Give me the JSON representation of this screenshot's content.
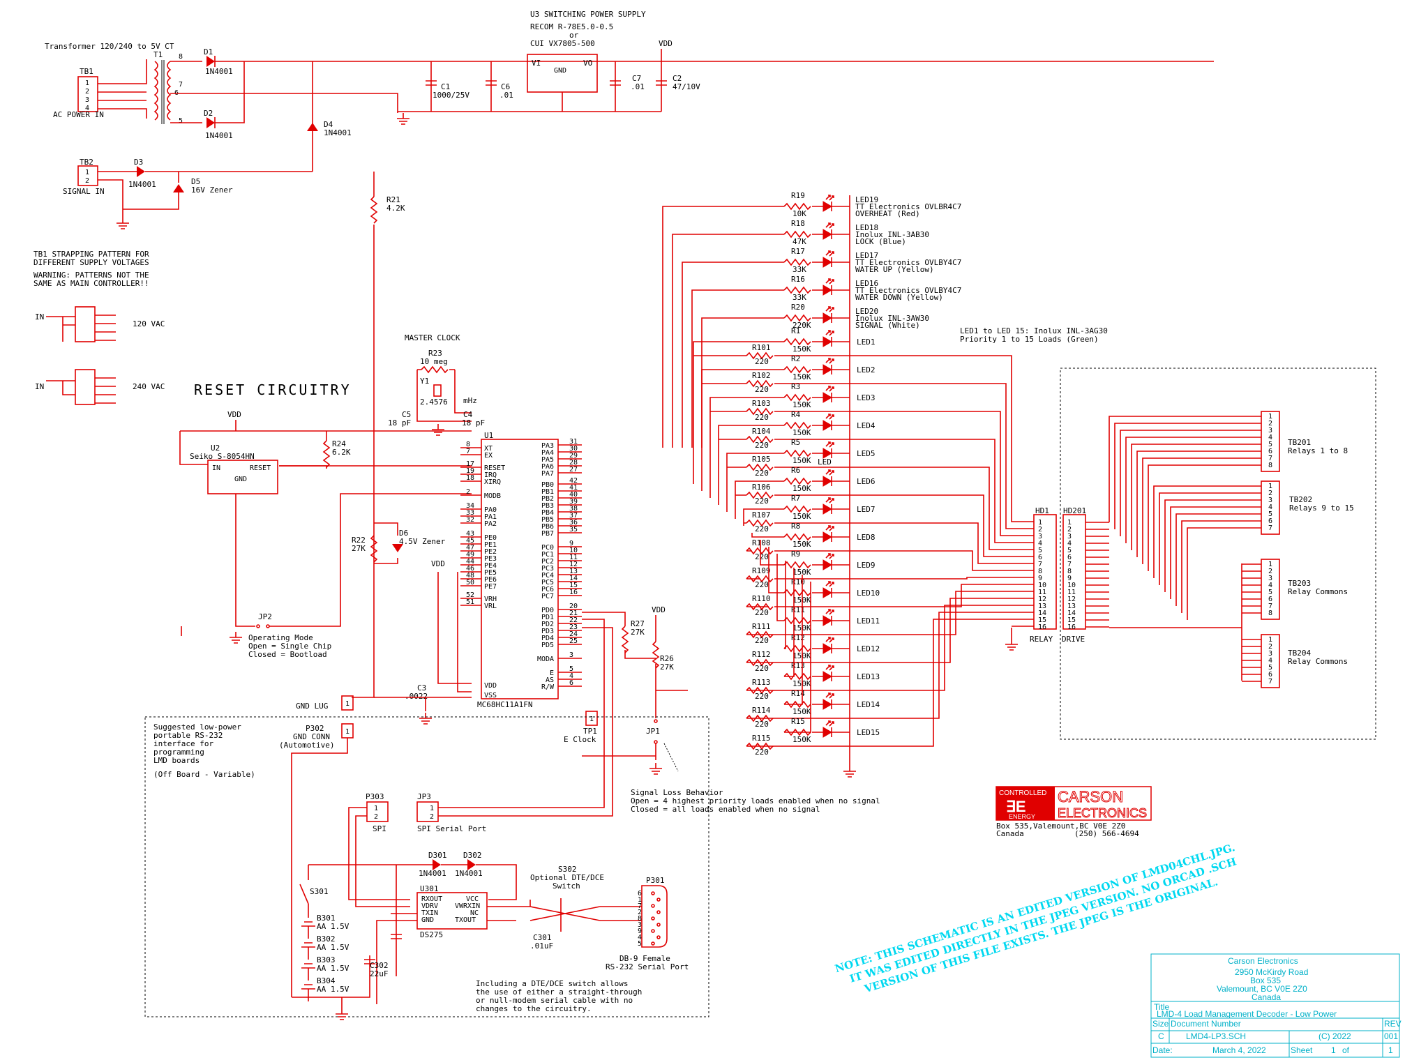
{
  "title_block": {
    "company": "Carson Electronics",
    "addr1": "2950 McKirdy Road",
    "addr2": "Box 535",
    "addr3": "Valemount, BC V0E 2Z0",
    "addr4": "Canada",
    "title_label": "Title",
    "title": "LMD-4 Load Management Decoder - Low Power",
    "size_label": "Size",
    "size": "C",
    "docnum_label": "Document Number",
    "docnum": "LMD4-LP3.SCH",
    "copyright": "(C) 2022",
    "rev_label": "REV",
    "rev": "001",
    "date_label": "Date:",
    "date": "March 4, 2022",
    "sheet_label": "Sheet",
    "sheet": "1",
    "of": "of",
    "sheets": "1"
  },
  "logo": {
    "controlled": "CONTROLLED",
    "energy": "ENERGY",
    "carson": "CARSON",
    "electronics": "ELECTRONICS",
    "addr": "Box 535,Valemount,BC V0E 2Z0",
    "country": "Canada",
    "phone": "(250) 566-4694"
  },
  "note": {
    "line1": "NOTE: THIS SCHEMATIC IS AN EDITED VERSION OF LMD04CHL.JPG.",
    "line2": "IT WAS EDITED DIRECTLY IN THE JPEG VERSION. NO ORCAD .SCH",
    "line3": "VERSION OF THIS FILE EXISTS. THE JPEG IS THE ORIGINAL."
  },
  "power": {
    "transformer": "Transformer 120/240 to 5V CT",
    "t1": "T1",
    "tb1": "TB1",
    "ac_in": "AC POWER IN",
    "d1": "D1",
    "d1v": "1N4001",
    "d2": "D2",
    "d2v": "1N4001",
    "d4": "D4",
    "d4v": "1N4001",
    "u3_title": "U3 SWITCHING POWER SUPPLY",
    "u3_l2": "RECOM R-78E5.0-0.5",
    "u3_l3": "or",
    "u3_l4": "CUI VX7805-500",
    "vi": "VI",
    "vo": "VO",
    "gnd": "GND",
    "c1": "C1",
    "c1v": "1000/25V",
    "c6": "C6",
    "c6v": ".01",
    "c7": "C7",
    "c7v": ".01",
    "c2": "C2",
    "c2v": "47/10V",
    "vdd": "VDD"
  },
  "signal": {
    "tb2": "TB2",
    "sig_in": "SIGNAL IN",
    "d3": "D3",
    "d3v": "1N4001",
    "d5": "D5",
    "d5v": "16V Zener",
    "r21": "R21",
    "r21v": "4.2K"
  },
  "strap": {
    "l1": "TB1 STRAPPING PATTERN FOR",
    "l2": "DIFFERENT SUPPLY VOLTAGES",
    "l3": "WARNING: PATTERNS NOT THE",
    "l4": "SAME AS MAIN CONTROLLER!!",
    "in": "IN",
    "v120": "120 VAC",
    "v240": "240 VAC"
  },
  "reset": {
    "title": "RESET CIRCUITRY",
    "u2": "U2",
    "u2v": "Seiko S-8054HN",
    "in": "IN",
    "rst": "RESET",
    "gnd": "GND",
    "r24": "R24",
    "r24v": "6.2K",
    "vdd": "VDD",
    "jp2": "JP2",
    "op1": "Operating Mode",
    "op2": "Open = Single Chip",
    "op3": "Closed = Bootload",
    "r22": "R22",
    "r22v": "27K",
    "d6": "D6",
    "d6v": "4.5V Zener",
    "gndlug": "GND LUG",
    "c3": "C3",
    "c3v": ".0022"
  },
  "clock": {
    "title": "MASTER CLOCK",
    "r23": "R23",
    "r23v": "10 meg",
    "y1": "Y1",
    "y1v": "2.4576",
    "mhz": "mHz",
    "c5": "C5",
    "c5v": "18 pF",
    "c4": "C4",
    "c4v": "18 pF"
  },
  "mcu": {
    "u1": "U1",
    "part": "MC68HC11A1FN",
    "left": [
      "XT",
      "EX",
      "RESET",
      "IRQ",
      "XIRQ",
      "MODB",
      "PA0",
      "PA1",
      "PA2",
      "PE0",
      "PE1",
      "PE2",
      "PE3",
      "PE4",
      "PE5",
      "PE6",
      "PE7",
      "VRH",
      "VRL",
      "VDD",
      "VSS"
    ],
    "leftnum": [
      "8",
      "7",
      "17",
      "19",
      "18",
      "2",
      "34",
      "33",
      "32",
      "43",
      "45",
      "47",
      "49",
      "44",
      "46",
      "48",
      "50",
      "52",
      "51"
    ],
    "right": [
      "PA3",
      "PA4",
      "PA5",
      "PA6",
      "PA7",
      "PB0",
      "PB1",
      "PB2",
      "PB3",
      "PB4",
      "PB5",
      "PB6",
      "PB7",
      "PC0",
      "PC1",
      "PC2",
      "PC3",
      "PC4",
      "PC5",
      "PC6",
      "PC7",
      "PD0",
      "PD1",
      "PD2",
      "PD3",
      "PD4",
      "PD5",
      "MODA",
      "E",
      "AS",
      "R/W"
    ],
    "rightnum": [
      "31",
      "30",
      "29",
      "28",
      "27",
      "42",
      "41",
      "40",
      "39",
      "38",
      "37",
      "36",
      "35",
      "9",
      "10",
      "11",
      "12",
      "13",
      "14",
      "15",
      "16",
      "20",
      "21",
      "22",
      "23",
      "24",
      "25",
      "3",
      "5",
      "4",
      "6"
    ]
  },
  "leds": {
    "top": [
      {
        "r": "R19",
        "rv": "10K",
        "led": "LED19",
        "d1": "TT Electronics OVLBR4C7",
        "d2": "OVERHEAT (Red)"
      },
      {
        "r": "R18",
        "rv": "47K",
        "led": "LED18",
        "d1": "Inolux INL-3AB30",
        "d2": "LOCK (Blue)"
      },
      {
        "r": "R17",
        "rv": "33K",
        "led": "LED17",
        "d1": "TT Electronics OVLBY4C7",
        "d2": "WATER UP (Yellow)"
      },
      {
        "r": "R16",
        "rv": "33K",
        "led": "LED16",
        "d1": "TT Electronics OVLBY4C7",
        "d2": "WATER DOWN (Yellow)"
      },
      {
        "r": "R20",
        "rv": "220K",
        "led": "LED20",
        "d1": "Inolux INL-3AW30",
        "d2": "SIGNAL (White)"
      }
    ],
    "note1": "LED1 to LED 15: Inolux INL-3AG30",
    "note2": "Priority 1 to 15 Loads (Green)",
    "rows": [
      {
        "r": "R1",
        "rv": "150K",
        "led": "LED1",
        "rb": "R101",
        "rbv": "220"
      },
      {
        "r": "R2",
        "rv": "150K",
        "led": "LED2",
        "rb": "R102",
        "rbv": "220"
      },
      {
        "r": "R3",
        "rv": "150K",
        "led": "LED3",
        "rb": "R103",
        "rbv": "220"
      },
      {
        "r": "R4",
        "rv": "150K",
        "led": "LED4",
        "rb": "R104",
        "rbv": "220"
      },
      {
        "r": "R5",
        "rv": "150K",
        "led": "LED5",
        "rb": "R105",
        "rbv": "220"
      },
      {
        "r": "R6",
        "rv": "150K",
        "led": "LED6",
        "rb": "R106",
        "rbv": "220"
      },
      {
        "r": "R7",
        "rv": "150K",
        "led": "LED7",
        "rb": "R107",
        "rbv": "220"
      },
      {
        "r": "R8",
        "rv": "150K",
        "led": "LED8",
        "rb": "R108",
        "rbv": "220"
      },
      {
        "r": "R9",
        "rv": "150K",
        "led": "LED9",
        "rb": "R109",
        "rbv": "220"
      },
      {
        "r": "R10",
        "rv": "150K",
        "led": "LED10",
        "rb": "R110",
        "rbv": "220"
      },
      {
        "r": "R11",
        "rv": "150K",
        "led": "LED11",
        "rb": "R111",
        "rbv": "220"
      },
      {
        "r": "R12",
        "rv": "150K",
        "led": "LED12",
        "rb": "R112",
        "rbv": "220"
      },
      {
        "r": "R13",
        "rv": "150K",
        "led": "LED13",
        "rb": "R113",
        "rbv": "220"
      },
      {
        "r": "R14",
        "rv": "150K",
        "led": "LED14",
        "rb": "R114",
        "rbv": "220"
      },
      {
        "r": "R15",
        "rv": "150K",
        "led": "LED15",
        "rb": "R115",
        "rbv": "220"
      }
    ],
    "led_extra": "LED"
  },
  "headers": {
    "hd1": "HD1",
    "relay": "RELAY",
    "hd201": "HD201",
    "drive": "DRIVE",
    "pins16": [
      "1",
      "2",
      "3",
      "4",
      "5",
      "6",
      "7",
      "8",
      "9",
      "10",
      "11",
      "12",
      "13",
      "14",
      "15",
      "16"
    ],
    "tb201": "TB201",
    "tb201d": "Relays 1 to 8",
    "tb202": "TB202",
    "tb202d": "Relays 9 to 15",
    "tb203": "TB203",
    "tb203d": "Relay Commons",
    "tb204": "TB204",
    "tb204d": "Relay Commons"
  },
  "misc": {
    "r27": "R27",
    "r27v": "27K",
    "r26": "R26",
    "r26v": "27K",
    "vdd": "VDD",
    "jp1": "JP1",
    "tp1": "TP1",
    "eclk": "E Clock",
    "sl1": "Signal Loss Behavior",
    "sl2": "Open = 4 highest priority loads enabled when no signal",
    "sl3": "Closed = all loads enabled when no signal",
    "jp3": "JP3",
    "spi_port": "SPI Serial Port"
  },
  "rs232": {
    "s1": "Suggested low-power",
    "s2": "portable RS-232",
    "s3": "interface for",
    "s4": "programming",
    "s5": "LMD boards",
    "s6": "(Off Board - Variable)",
    "p302": "P302",
    "p302a": "GND CONN",
    "p302b": "(Automotive)",
    "p303": "P303",
    "spi": "SPI",
    "d301": "D301",
    "d301v": "1N4001",
    "d302": "D302",
    "d302v": "1N4001",
    "u301": "U301",
    "ds275": "DS275",
    "rxout": "RXOUT",
    "vdrv": "VDRV",
    "txin": "TXIN",
    "gnd": "GND",
    "vcc": "VCC",
    "vwrxin": "VWRXIN",
    "nc": "NC",
    "txout": "TXOUT",
    "s301": "S301",
    "b301": "B301",
    "b302": "B302",
    "b303": "B303",
    "b304": "B304",
    "bv": "AA 1.5V",
    "c301": "C301",
    "c301v": ".01uF",
    "c302": "C302",
    "c302v": "22uF",
    "s302": "S302",
    "s302a": "Optional DTE/DCE",
    "s302b": "Switch",
    "p301": "P301",
    "db9": "DB-9 Female",
    "rsport": "RS-232 Serial Port",
    "inc1": "Including a DTE/DCE switch allows",
    "inc2": "the use of either a straight-through",
    "inc3": "or null-modem serial cable with no",
    "inc4": "changes to the circuitry."
  }
}
